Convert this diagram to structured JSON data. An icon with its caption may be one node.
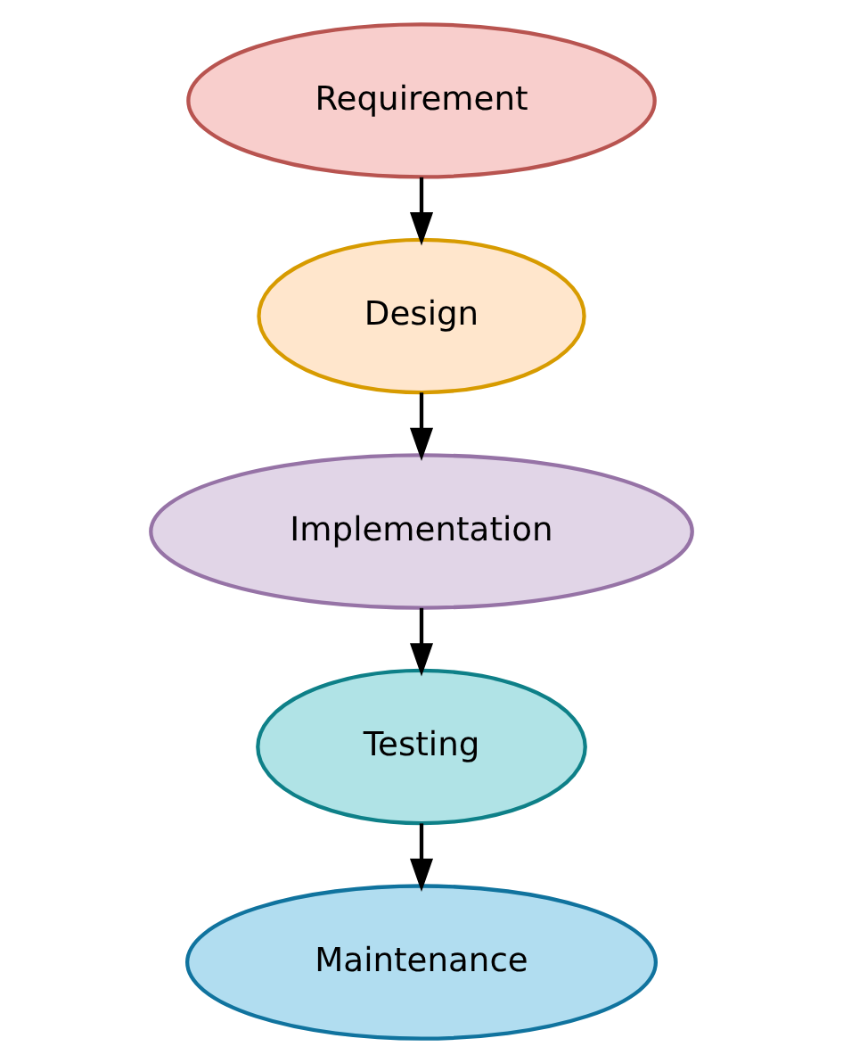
{
  "diagram": {
    "nodes": [
      {
        "text": [
          "Requirement"
        ]
      },
      {
        "text": [
          "Design"
        ]
      },
      {
        "text": [
          "Implementation"
        ]
      },
      {
        "text": [
          "Testing"
        ]
      },
      {
        "text": [
          "Maintenance"
        ]
      }
    ],
    "edges": [
      {
        "from": 0,
        "to": 1,
        "arrow": "to"
      },
      {
        "from": 1,
        "to": 2,
        "arrow": "to"
      },
      {
        "from": 2,
        "to": 3,
        "arrow": "to"
      },
      {
        "from": 3,
        "to": 4,
        "arrow": "to"
      }
    ]
  }
}
